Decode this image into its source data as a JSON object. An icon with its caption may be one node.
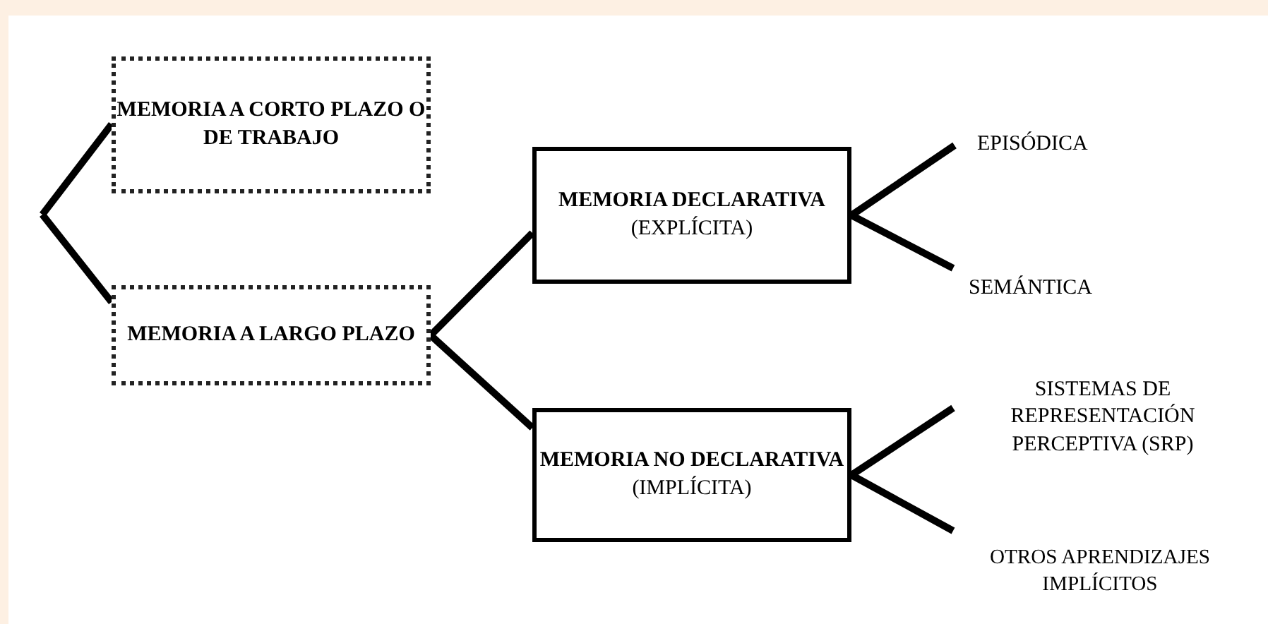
{
  "diagram": {
    "nodes": [
      {
        "text": [
          "MEMORIA A CORTO PLAZO O DE TRABAJO"
        ]
      },
      {
        "text": [
          "MEMORIA A LARGO PLAZO"
        ]
      },
      {
        "text": [
          "MEMORIA DECLARATIVA",
          "(EXPLÍCITA)"
        ]
      },
      {
        "text": [
          "MEMORIA NO DECLARATIVA",
          "(IMPLÍCITA)"
        ]
      },
      {
        "text": [
          "EPISÓDICA"
        ]
      },
      {
        "text": [
          "SEMÁNTICA"
        ]
      },
      {
        "text": [
          "SISTEMAS DE REPRESENTACIÓN PERCEPTIVA (SRP)"
        ]
      },
      {
        "text": [
          "OTROS APRENDIZAJES IMPLÍCITOS"
        ]
      }
    ],
    "edges": [
      {
        "from": null,
        "to": 0,
        "arrow": "none"
      },
      {
        "from": null,
        "to": 1,
        "arrow": "none"
      },
      {
        "from": 1,
        "to": 2,
        "arrow": "none"
      },
      {
        "from": 1,
        "to": 3,
        "arrow": "none"
      },
      {
        "from": 2,
        "to": 4,
        "arrow": "none"
      },
      {
        "from": 2,
        "to": 5,
        "arrow": "none"
      },
      {
        "from": 3,
        "to": 6,
        "arrow": "none"
      },
      {
        "from": 3,
        "to": 7,
        "arrow": "none"
      }
    ]
  }
}
